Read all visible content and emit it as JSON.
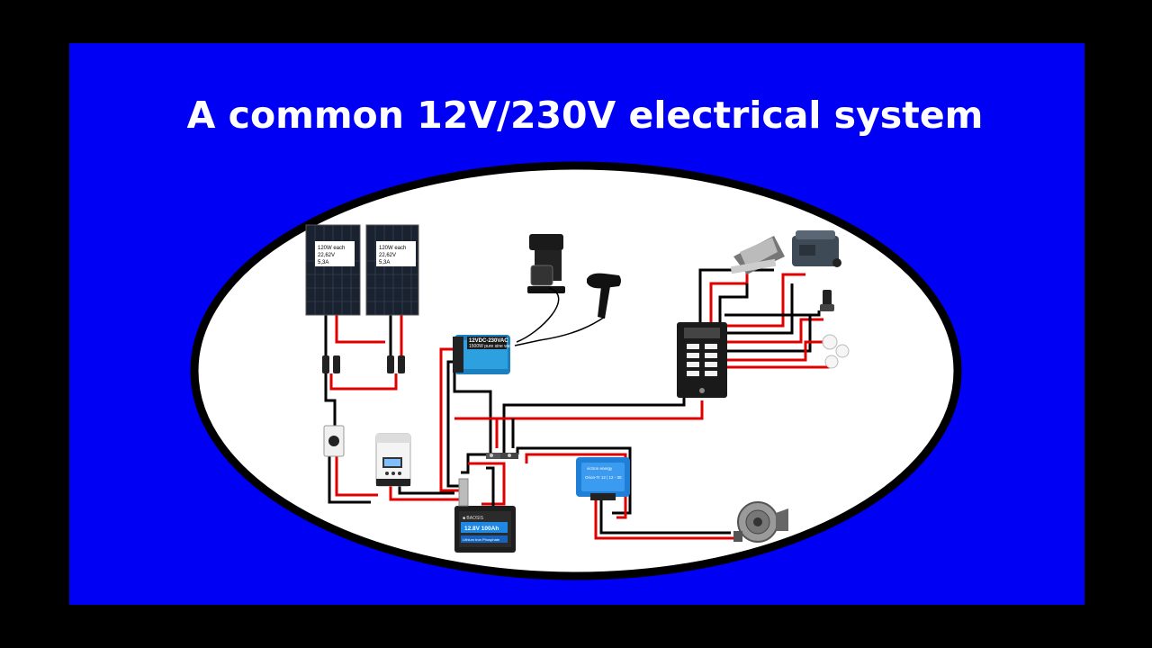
{
  "title": "A common 12V/230V electrical system",
  "solar_panels": [
    {
      "line1": "120W each",
      "line2": "22,62V",
      "line3": "5,3A"
    },
    {
      "line1": "120W each",
      "line2": "22,62V",
      "line3": "5,3A"
    }
  ],
  "inverter": {
    "line1": "12VDC-230VAC",
    "line2": "1500W pure sine wav"
  },
  "battery": {
    "brand": "■ BAOSIS",
    "capacity": "12.8V 100Ah",
    "type": "Lithium Iron Phosphate"
  },
  "dc_dc_charger": {
    "brand": "victron energy",
    "model": "Orion-Tr 12 | 12 - 30"
  },
  "colors": {
    "background": "#000000",
    "panel": "#0000f5",
    "positive_wire": "#e00000",
    "negative_wire": "#000000",
    "ellipse": "#ffffff"
  }
}
